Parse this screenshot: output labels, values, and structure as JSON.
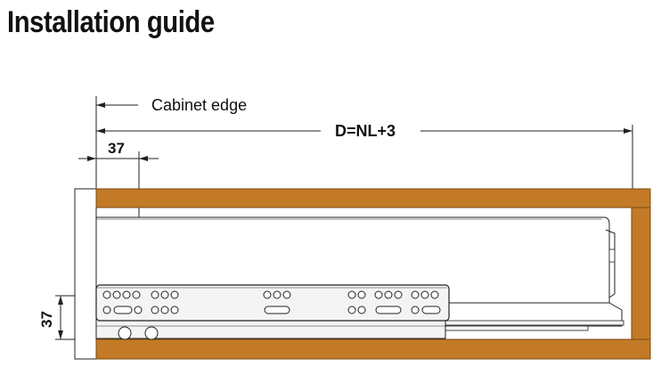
{
  "page": {
    "title": "Installation guide"
  },
  "diagram": {
    "labels": {
      "cabinet_edge": "Cabinet edge",
      "depth_formula": "D=NL+3",
      "top_dimension": "37",
      "side_dimension": "37"
    },
    "colors": {
      "wood": "#c27a26",
      "wood_edge": "#7a4a12",
      "line": "#222222",
      "panel": "#ffffff",
      "runner_fill": "#f4f4f4"
    }
  }
}
